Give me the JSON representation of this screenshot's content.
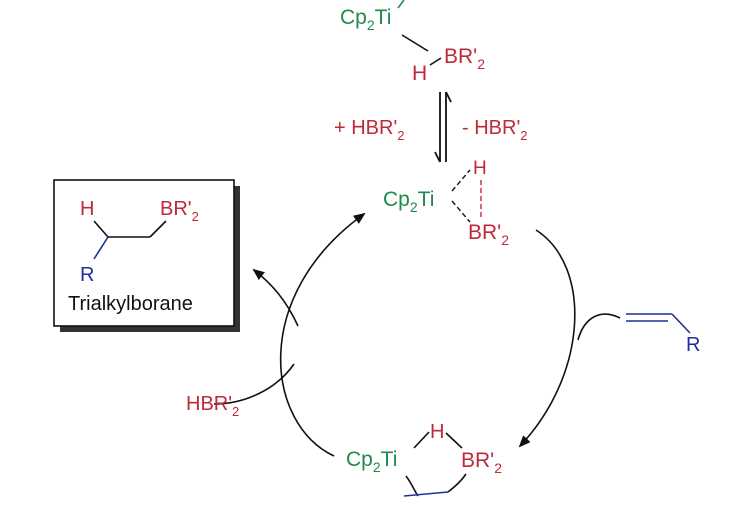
{
  "colors": {
    "titanium": "#1f8a4c",
    "boron": "#c0293a",
    "alkyl": "#1f2f9c",
    "arrow": "#111111",
    "box_shadow": "#333333"
  },
  "top_complex": {
    "cp": "Cp",
    "cp_sub": "2",
    "ti": "Ti",
    "h": "H",
    "br": "BR'",
    "br_sub": "2"
  },
  "equilibrium": {
    "plus": "+ HBR'",
    "plus_sub": "2",
    "minus": "- HBR'",
    "minus_sub": "2"
  },
  "sigma_complex": {
    "cp": "Cp",
    "cp_sub": "2",
    "ti": "Ti",
    "h": "H",
    "br": "BR'",
    "br_sub": "2"
  },
  "product_box": {
    "h": "H",
    "br": "BR'",
    "br_sub": "2",
    "r": "R",
    "caption": "Trialkylborane"
  },
  "alkene": {
    "r": "R"
  },
  "reagent_left": {
    "text": "HBR'",
    "sub": "2"
  },
  "bottom_complex": {
    "cp": "Cp",
    "cp_sub": "2",
    "ti": "Ti",
    "h": "H",
    "br": "BR'",
    "br_sub": "2"
  }
}
